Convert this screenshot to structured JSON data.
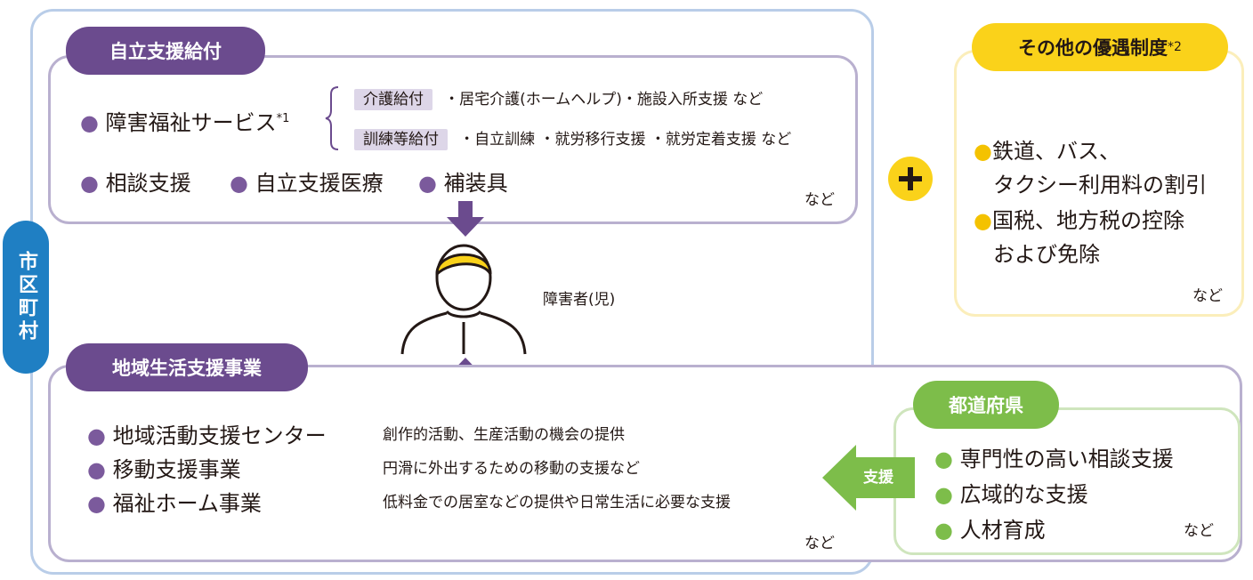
{
  "municipality": {
    "label": "市区町村"
  },
  "benefits": {
    "title": "自立支援給付",
    "service_label": "障害福祉サービス",
    "service_note": "*1",
    "care": {
      "tag": "介護給付",
      "items": "・居宅介護(ホームヘルプ)・施設入所支援 など"
    },
    "training": {
      "tag": "訓練等給付",
      "items": "・自立訓練 ・就労移行支援 ・就労定着支援 など"
    },
    "items": [
      "相談支援",
      "自立支援医療",
      "補装具"
    ],
    "etc": "など"
  },
  "person": {
    "label": "障害者(児)"
  },
  "community": {
    "title": "地域生活支援事業",
    "rows": [
      {
        "name": "地域活動支援センター",
        "desc": "創作的活動、生産活動の機会の提供"
      },
      {
        "name": "移動支援事業",
        "desc": "円滑に外出するための移動の支援など"
      },
      {
        "name": "福祉ホーム事業",
        "desc": "低料金での居室などの提供や日常生活に必要な支援"
      }
    ],
    "etc": "など"
  },
  "other": {
    "title": "その他の優遇制度",
    "note": "*2",
    "items": [
      "鉄道、バス、",
      "タクシー利用料の割引",
      "国税、地方税の控除",
      "および免除"
    ],
    "etc": "など"
  },
  "prefecture": {
    "title": "都道府県",
    "items": [
      "専門性の高い相談支援",
      "広域的な支援",
      "人材育成"
    ],
    "etc": "など",
    "arrow_label": "支援"
  },
  "colors": {
    "purple": "#6b4b8e",
    "yellow": "#fad21a",
    "green": "#7dbd4a",
    "blue": "#1f7fc3"
  }
}
